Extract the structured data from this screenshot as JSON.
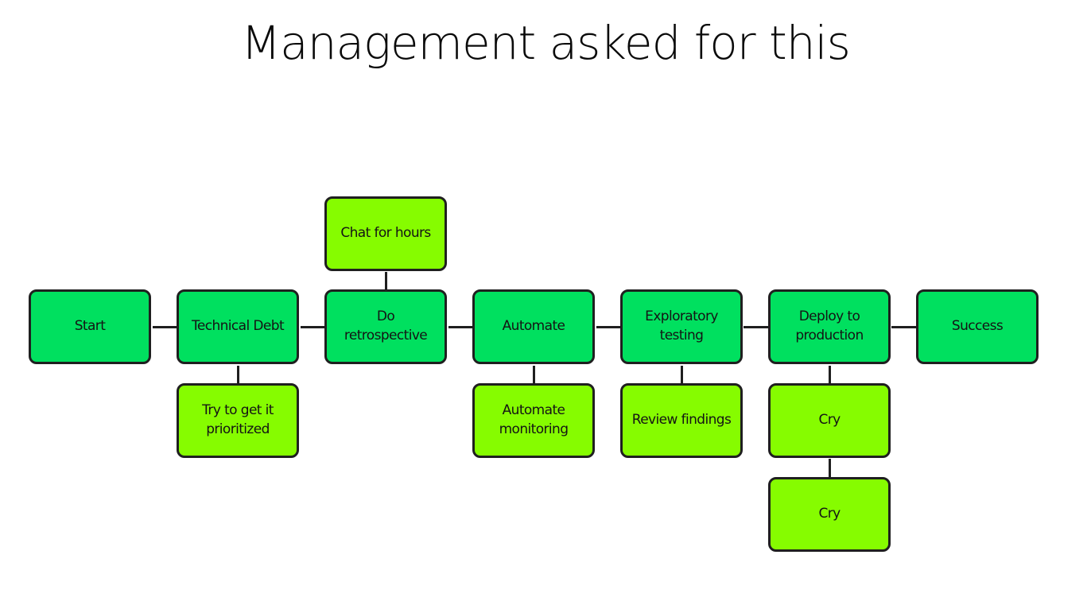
{
  "title": "Management asked for this",
  "colors": {
    "main_node": "#00e05f",
    "branch_node": "#86fc00",
    "stroke": "#1f1f1f"
  },
  "nodes": {
    "start": "Start",
    "technical_debt": "Technical Debt",
    "do_retrospective": "Do retrospective",
    "automate": "Automate",
    "exploratory_testing": "Exploratory testing",
    "deploy_to_production": "Deploy to production",
    "success": "Success",
    "chat_for_hours": "Chat for hours",
    "try_to_get_prioritized": "Try to get it prioritized",
    "automate_monitoring": "Automate monitoring",
    "review_findings": "Review findings",
    "cry_1": "Cry",
    "cry_2": "Cry"
  }
}
